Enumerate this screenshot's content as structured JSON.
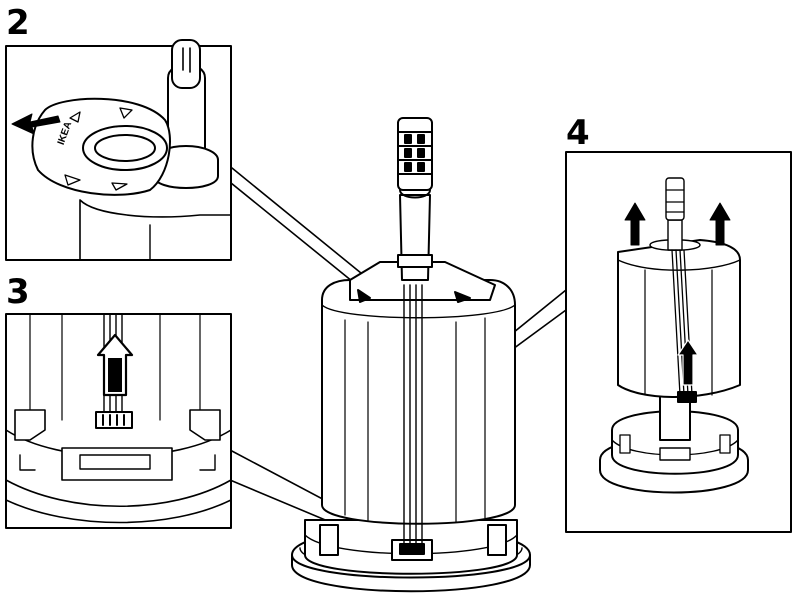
{
  "steps": [
    {
      "number": "2"
    },
    {
      "number": "3"
    },
    {
      "number": "4"
    }
  ],
  "markings": {
    "ring_logo": "IKEA"
  },
  "colors": {
    "line": "#000000",
    "fill": "#ffffff",
    "light_grey": "#e6e6e6",
    "arrow": "#000000"
  }
}
